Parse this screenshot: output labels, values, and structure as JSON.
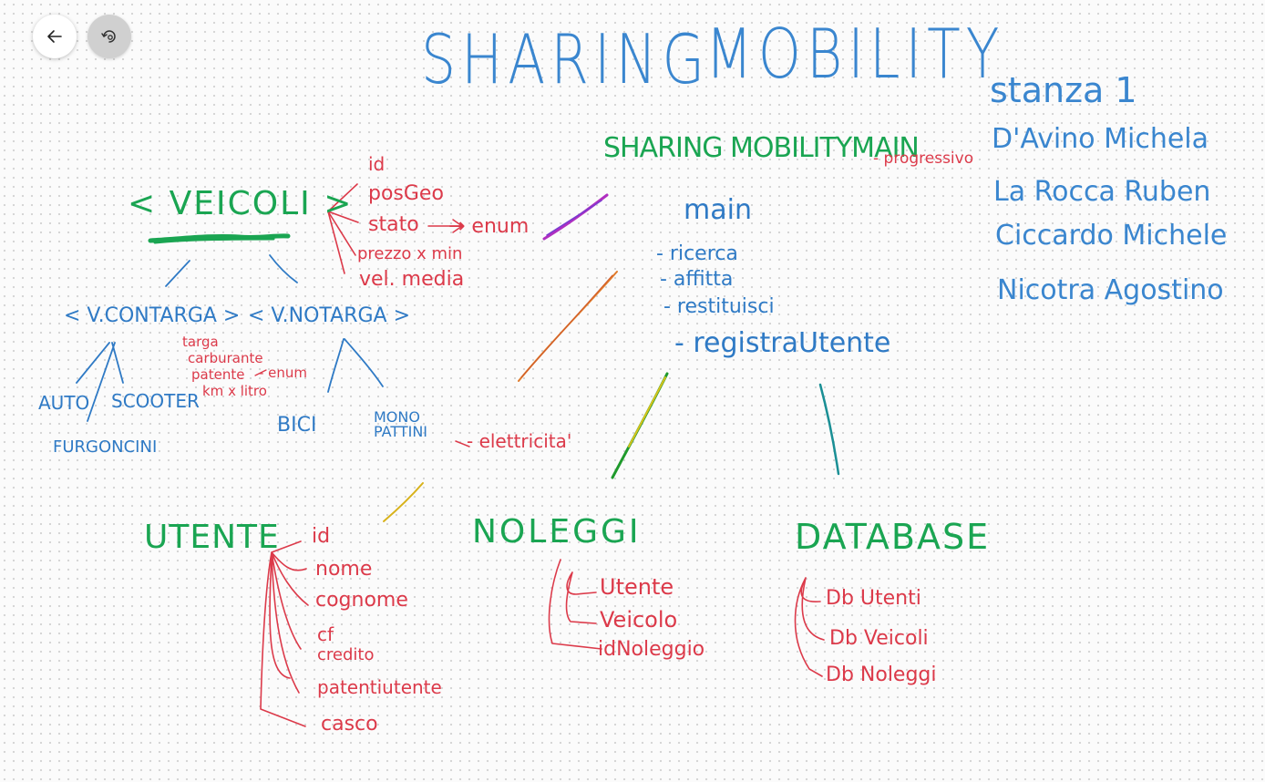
{
  "toolbar": {
    "back_icon": "arrow-left-icon",
    "replay_icon": "replay-icon"
  },
  "title": {
    "left": "SHARING",
    "right": "MOBILITY"
  },
  "team": {
    "room": "stanza 1",
    "members": [
      "D'Avino Michela",
      "La Rocca Ruben",
      "Ciccardo Michele",
      "Nicotra Agostino"
    ]
  },
  "main_section": {
    "header": "SHARING MOBILITYMAIN",
    "header_note": "- progressivo",
    "main_label": "main",
    "actions": [
      "- ricerca",
      "- affitta",
      "- restituisci",
      "- registraUtente"
    ]
  },
  "veicoli": {
    "title": "< VEICOLI >",
    "attributes": [
      "id",
      "posGeo",
      "stato",
      "prezzo x min",
      "vel. media"
    ],
    "stato_arrow": "→ enum",
    "con_targa": {
      "label": "< V.CONTARGA >",
      "types": [
        "AUTO",
        "SCOOTER",
        "FURGONCINI"
      ],
      "attributes": [
        "targa",
        "carburante",
        "patente",
        "km x litro"
      ],
      "patente_note": "- enum"
    },
    "no_targa": {
      "label": "< V.NOTARGA >",
      "types": [
        "BICI",
        "MONO PATTINI"
      ],
      "note": "- elettricita'"
    }
  },
  "utente": {
    "title": "UTENTE",
    "fields": [
      "id",
      "nome",
      "cognome",
      "cf",
      "credito",
      "patentiutente",
      "casco"
    ]
  },
  "noleggi": {
    "title": "NOLEGGI",
    "fields": [
      "Utente",
      "Veicolo",
      "idNoleggio"
    ]
  },
  "database": {
    "title": "DATABASE",
    "fields": [
      "Db Utenti",
      "Db Veicoli",
      "Db Noleggi"
    ]
  },
  "colors": {
    "blue_ink": "#2f7ac5",
    "green_ink": "#1aa552",
    "red_ink": "#dc3a4a",
    "purple_ink": "#b02fc0",
    "orange_ink": "#e07a2a",
    "yellow_ink": "#d8b21a",
    "teal_ink": "#1a8f95"
  }
}
